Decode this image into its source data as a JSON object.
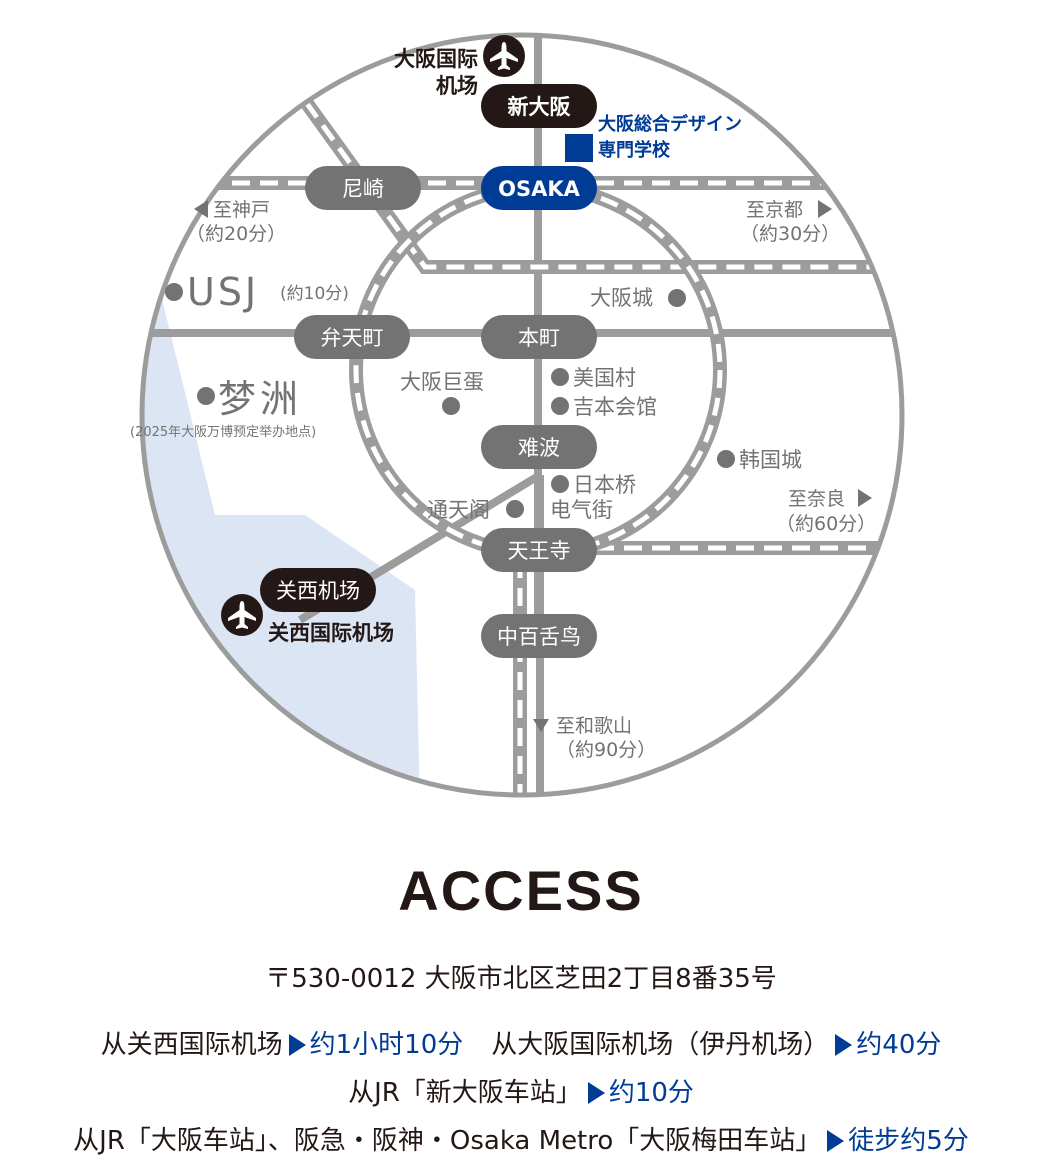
{
  "map": {
    "stations": {
      "osaka": "OSAKA",
      "shin_osaka": "新大阪",
      "amagasaki": "尼崎",
      "bentencho": "弁天町",
      "honmachi": "本町",
      "namba": "难波",
      "tennoji": "天王寺",
      "nakamozu": "中百舌鸟",
      "kansai_airport_station": "关西机场"
    },
    "airports": {
      "itami_line1": "大阪国际",
      "itami_line2": "机场",
      "kansai": "关西国际机场"
    },
    "school": {
      "line1": "大阪総合デザイン",
      "line2": "専門学校",
      "color": "#003c96"
    },
    "directions": {
      "kobe": "至神戸",
      "kobe_time": "（約20分）",
      "kyoto": "至京都",
      "kyoto_time": "（約30分）",
      "nara": "至奈良",
      "nara_time": "（約60分）",
      "wakayama": "至和歌山",
      "wakayama_time": "（約90分）"
    },
    "landmarks": {
      "usj": "USJ",
      "usj_time": "(約10分)",
      "yumeshima": "梦洲",
      "yumeshima_note": "(2025年大阪万博预定举办地点)",
      "osaka_castle": "大阪城",
      "kyocera_dome": "大阪巨蛋",
      "amerikamura": "美国村",
      "yoshimoto": "吉本会馆",
      "korea_town": "韩国城",
      "nipponbashi1": "日本桥",
      "nipponbashi2": "电气街",
      "tsutenkaku": "通天阁"
    },
    "icons": {
      "airport": "airplane-icon",
      "marker": "dot-marker-icon"
    },
    "colors": {
      "rail": "#9c9c9c",
      "station": "#737373",
      "airport_station": "#231815",
      "osaka": "#003c96",
      "sea": "#dbe5f4"
    }
  },
  "access": {
    "title": "ACCESS",
    "address": "〒530-0012 大阪市北区芝田2丁目8番35号",
    "route1_from": "从关西国际机场",
    "route1_time": "约1小时10分",
    "route2_from": "从大阪国际机场（伊丹机场）",
    "route2_time": "约40分",
    "route3_from": "从JR「新大阪车站」",
    "route3_time": "约10分",
    "route4_from": "从JR「大阪车站」、阪急・阪神・Osaka Metro「大阪梅田车站」",
    "route4_time": "徒步约5分"
  }
}
